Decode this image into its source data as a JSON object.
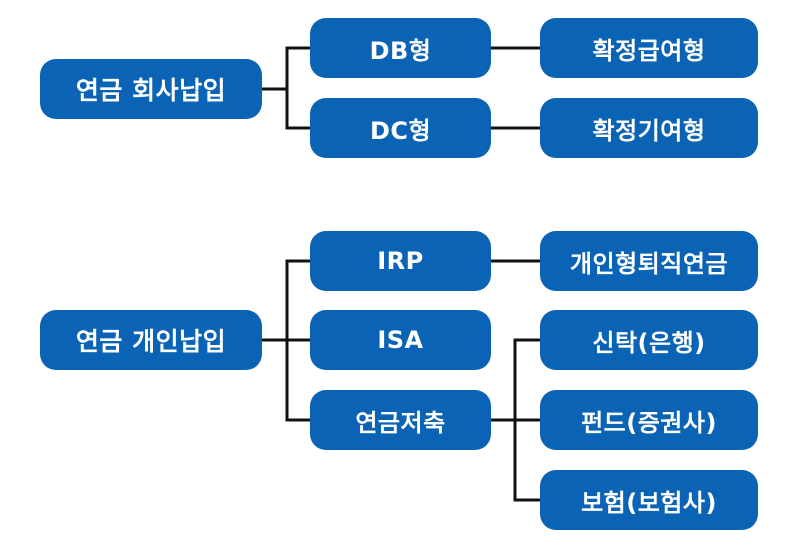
{
  "colors": {
    "node_fill": "#0a63b4",
    "text": "#ffffff",
    "connector": "#111111"
  },
  "groups": [
    {
      "root": "연금 회사납입",
      "branches": [
        {
          "label": "DB형",
          "children": [
            "확정급여형"
          ]
        },
        {
          "label": "DC형",
          "children": [
            "확정기여형"
          ]
        }
      ]
    },
    {
      "root": "연금 개인납입",
      "branches": [
        {
          "label": "IRP",
          "children": [
            "개인형퇴직연금"
          ]
        },
        {
          "label": "ISA",
          "children": []
        },
        {
          "label": "연금저축",
          "children": [
            "신탁(은행)",
            "펀드(증권사)",
            "보험(보험사)"
          ]
        }
      ]
    }
  ]
}
